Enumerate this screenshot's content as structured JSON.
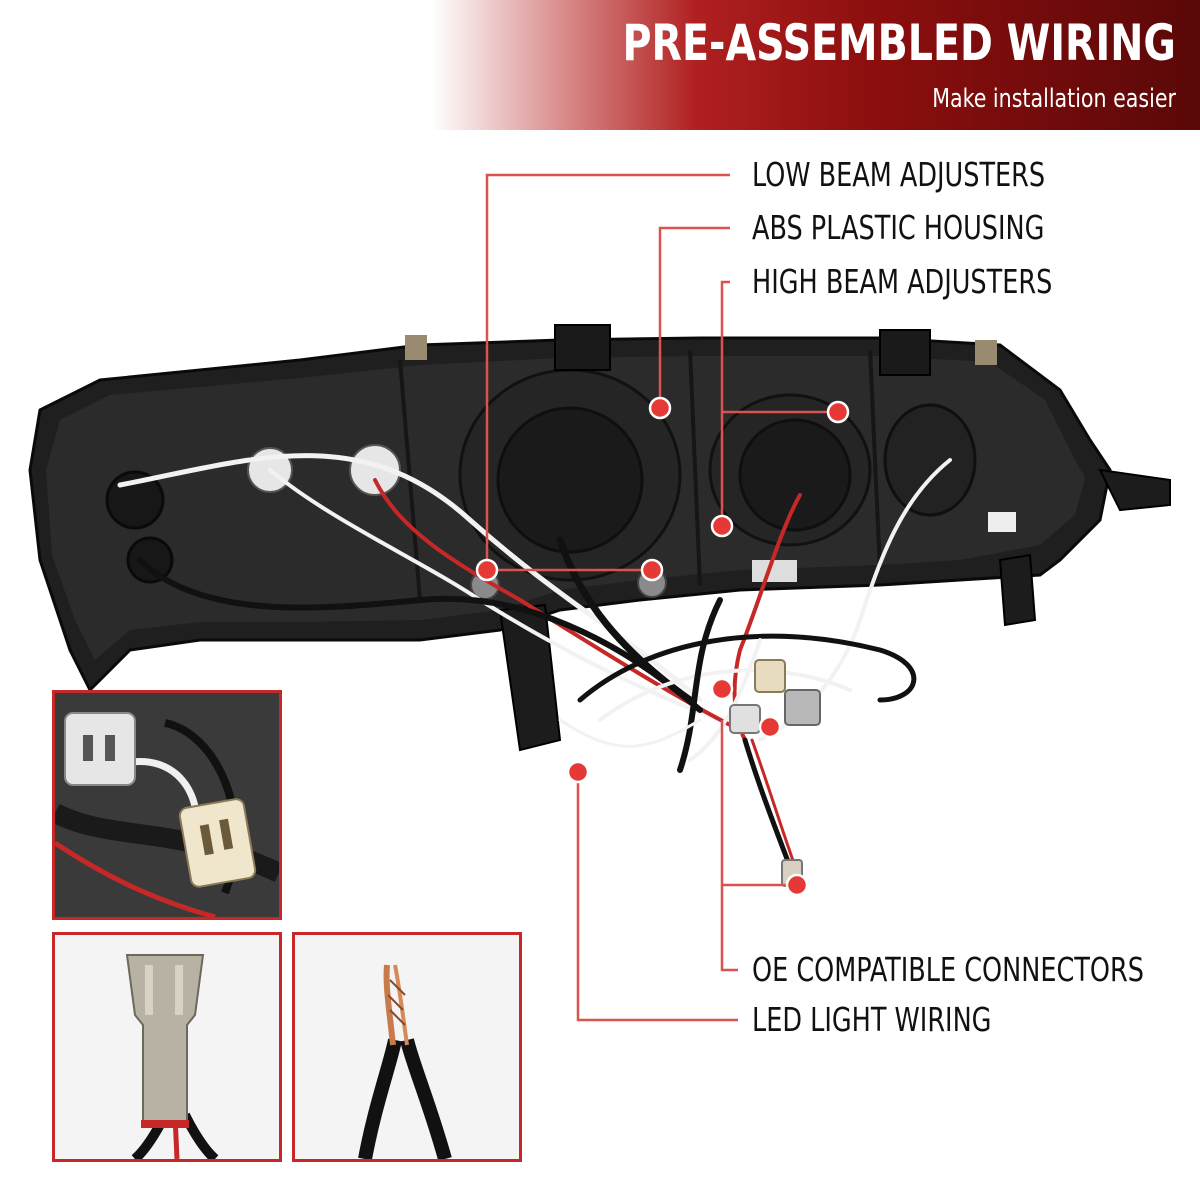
{
  "banner": {
    "title": "PRE-ASSEMBLED WIRING",
    "subtitle": "Make installation easier"
  },
  "callouts": {
    "low_beam": "LOW BEAM ADJUSTERS",
    "abs_housing": "ABS PLASTIC HOUSING",
    "high_beam": "HIGH BEAM ADJUSTERS",
    "oe_connectors": "OE COMPATIBLE CONNECTORS",
    "led_wiring": "LED LIGHT WIRING"
  },
  "colors": {
    "accent_red": "#d32f2f",
    "line_red": "#d9534f",
    "housing": "#1c1c1c"
  },
  "insets": [
    {
      "subject": "wiring-harness-connector"
    },
    {
      "subject": "bulb-socket-connector"
    },
    {
      "subject": "wire-splice"
    }
  ]
}
